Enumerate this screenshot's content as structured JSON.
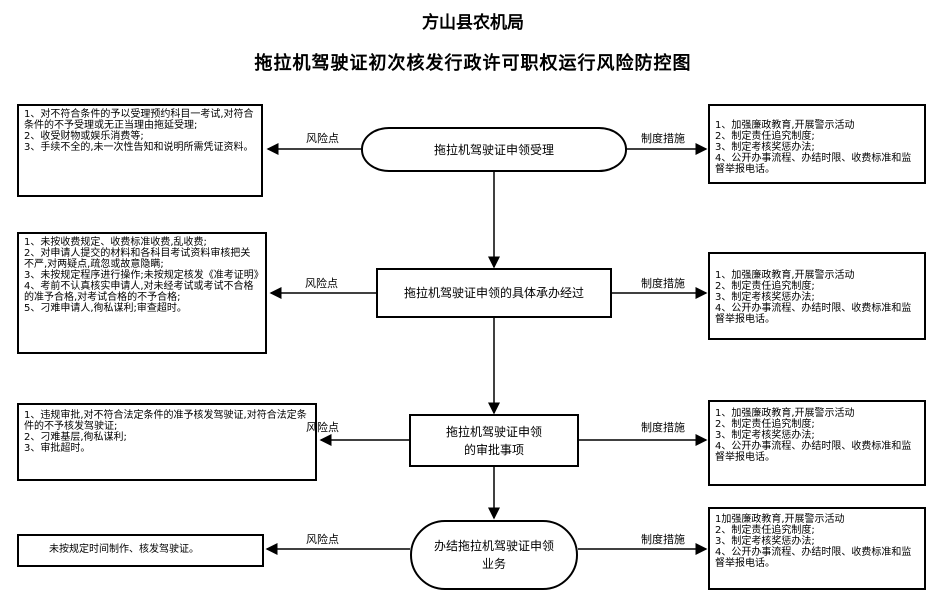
{
  "header": {
    "org": "方山县农机局",
    "title": "拖拉机驾驶证初次核发行政许可职权运行风险防控图"
  },
  "labels": {
    "risk": "风险点",
    "control": "制度措施"
  },
  "steps": [
    {
      "name": "拖拉机驾驶证申领受理",
      "name_line2": ""
    },
    {
      "name": "拖拉机驾驶证申领的具体承办经过",
      "name_line2": ""
    },
    {
      "name": "拖拉机驾驶证申领",
      "name_line2": "的审批事项"
    },
    {
      "name": "办结拖拉机驾驶证申领",
      "name_line2": "业务"
    }
  ],
  "risks": [
    {
      "lines": [
        "1、对不符合条件的予以受理预约科目一考试,对符合条件的不予受理或无正当理由拖延受理;",
        "2、收受财物或娱乐消费等;",
        "3、手续不全的,未一次性告知和说明所需凭证资料。"
      ]
    },
    {
      "lines": [
        "1、未按收费规定、收费标准收费,乱收费;",
        "2、对申请人提交的材料和各科目考试资料审核把关不严,对两疑点,疏忽或故意隐瞒;",
        "3、未按规定程序进行操作;未按规定核发《准考证明》",
        "4、考前不认真核实申请人,对未经考试或考试不合格的准予合格,对考试合格的不予合格;",
        "5、刁难申请人,徇私谋利;审查超时。"
      ]
    },
    {
      "lines": [
        "1、违规审批,对不符合法定条件的准予核发驾驶证,对符合法定条件的不予核发驾驶证;",
        "2、刁难基层,徇私谋利;",
        "3、审批超时。"
      ]
    },
    {
      "lines": [
        "未按规定时间制作、核发驾驶证。"
      ]
    }
  ],
  "controls": [
    {
      "lines": [
        "1、加强廉政教育,开展警示活动",
        "2、制定责任追究制度;",
        "3、制定考核奖惩办法;",
        "4、公开办事流程、办结时限、收费标准和监督举报电话。"
      ]
    },
    {
      "lines": [
        "1、加强廉政教育,开展警示活动",
        "2、制定责任追究制度;",
        "3、制定考核奖惩办法;",
        "4、公开办事流程、办结时限、收费标准和监督举报电话。"
      ]
    },
    {
      "lines": [
        "1、加强廉政教育,开展警示活动",
        "2、制定责任追究制度;",
        "3、制定考核奖惩办法;",
        "4、公开办事流程、办结时限、收费标准和监督举报电话。"
      ]
    },
    {
      "lines": [
        "1加强廉政教育,开展警示活动",
        "2、制定责任追究制度;",
        "3、制定考核奖惩办法;",
        "4、公开办事流程、办结时限、收费标准和监督举报电话。"
      ]
    }
  ]
}
